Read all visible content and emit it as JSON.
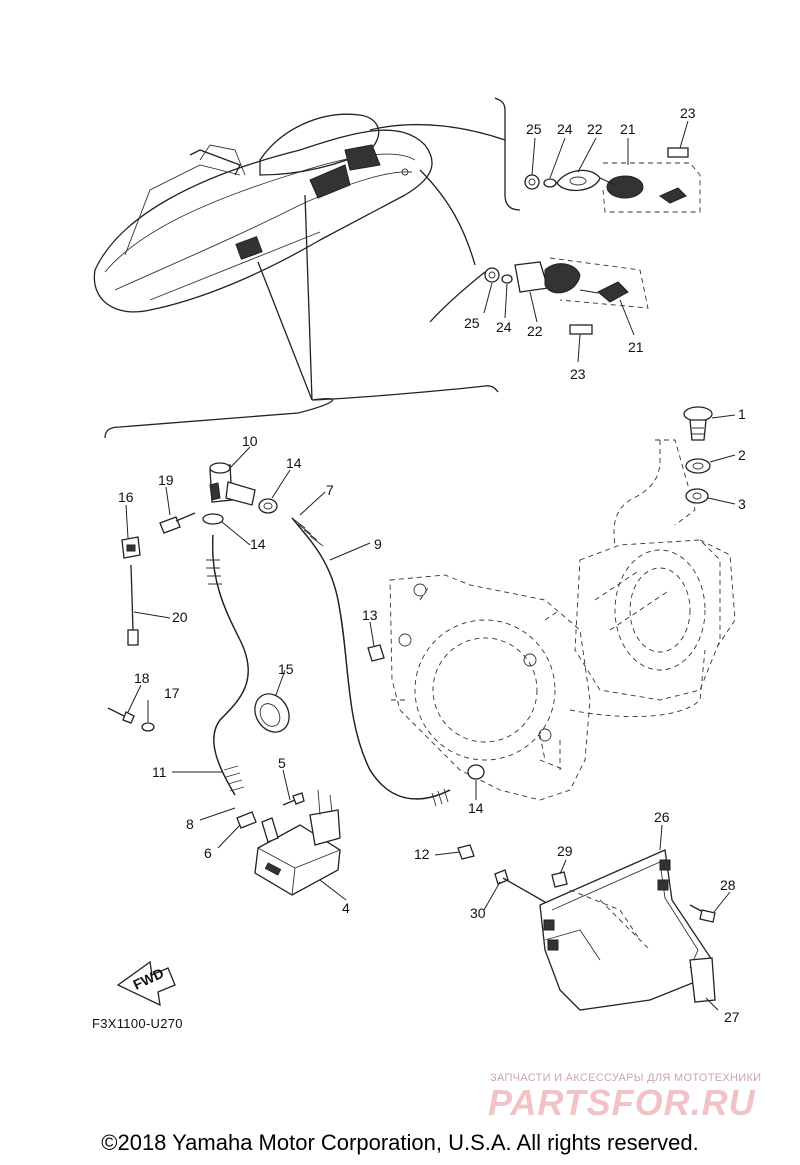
{
  "diagram": {
    "callouts": [
      "1",
      "2",
      "3",
      "4",
      "5",
      "6",
      "7",
      "8",
      "9",
      "10",
      "11",
      "12",
      "13",
      "14",
      "15",
      "16",
      "17",
      "18",
      "19",
      "20",
      "21",
      "22",
      "23",
      "24",
      "25",
      "26",
      "27",
      "28",
      "29",
      "30"
    ],
    "fwd_badge": "FWD",
    "figure_code": "F3X1100-U270"
  },
  "footer": {
    "copyright": "©2018 Yamaha Motor Corporation, U.S.A. All rights reserved."
  },
  "watermark": {
    "tagline": "ЗАПЧАСТИ И АКСЕССУАРЫ ДЛЯ МОТОТЕХНИКИ",
    "logo": "PARTSFOR.RU"
  }
}
